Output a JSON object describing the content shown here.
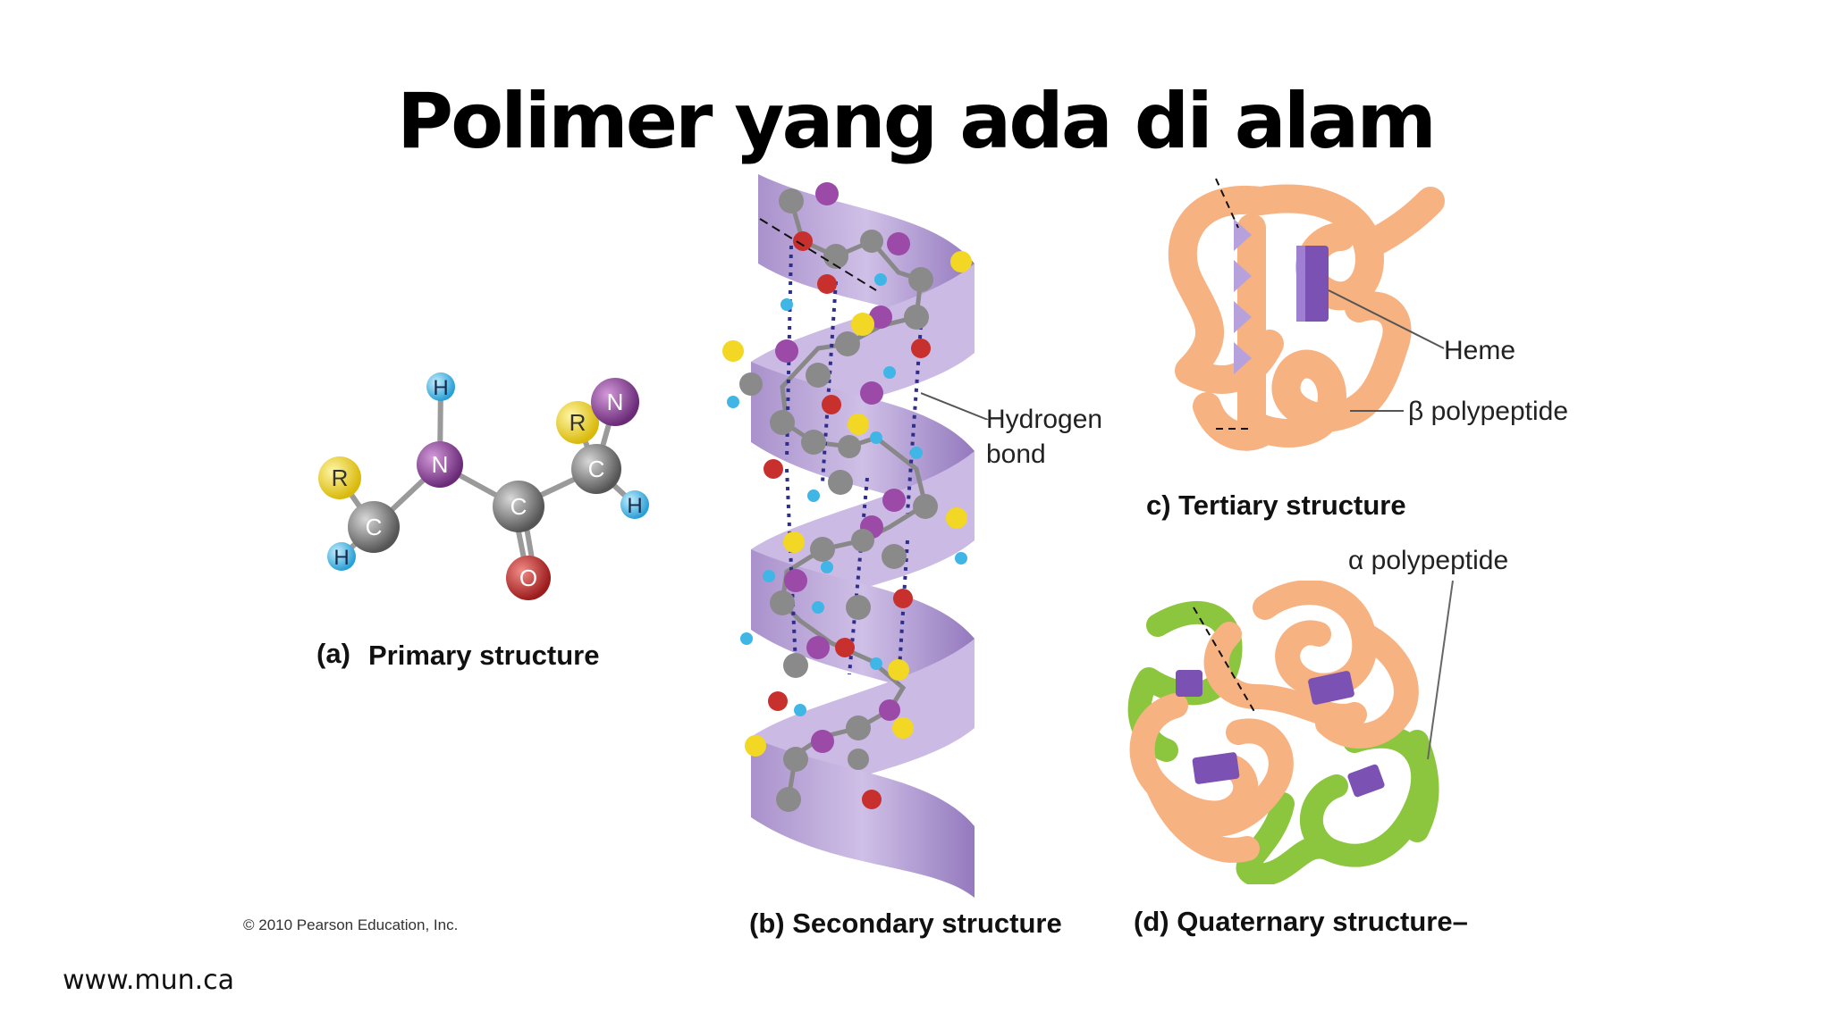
{
  "slide": {
    "title": "Polimer yang ada di alam",
    "source": "www.mun.ca"
  },
  "figure": {
    "copyright": "© 2010 Pearson Education, Inc.",
    "primary": {
      "caption_letter": "(a)",
      "caption": "Primary structure",
      "atoms": {
        "h_top": "H",
        "r_left": "R",
        "n_mid": "N",
        "c_left": "C",
        "h_left": "H",
        "c_mid": "C",
        "o": "O",
        "r_right": "R",
        "n_right": "N",
        "c_right": "C",
        "h_right": "H"
      }
    },
    "secondary": {
      "caption": "(b) Secondary structure",
      "label_line1": "Hydrogen",
      "label_line2": "bond"
    },
    "tertiary": {
      "caption": "c) Tertiary structure",
      "heme_label": "Heme",
      "beta_label": "β polypeptide"
    },
    "quaternary": {
      "caption": "(d) Quaternary structure–",
      "alpha_label": "α polypeptide"
    }
  },
  "colors": {
    "carbon": "#8a8a8a",
    "nitrogen": "#9b4aa8",
    "oxygen": "#c8302e",
    "hydrogen": "#3fb6e6",
    "r_group": "#f2d724",
    "helix": "#b9a3d8",
    "beta_chain": "#f7b282",
    "alpha_chain": "#8cc63f",
    "heme": "#7b52b3"
  }
}
